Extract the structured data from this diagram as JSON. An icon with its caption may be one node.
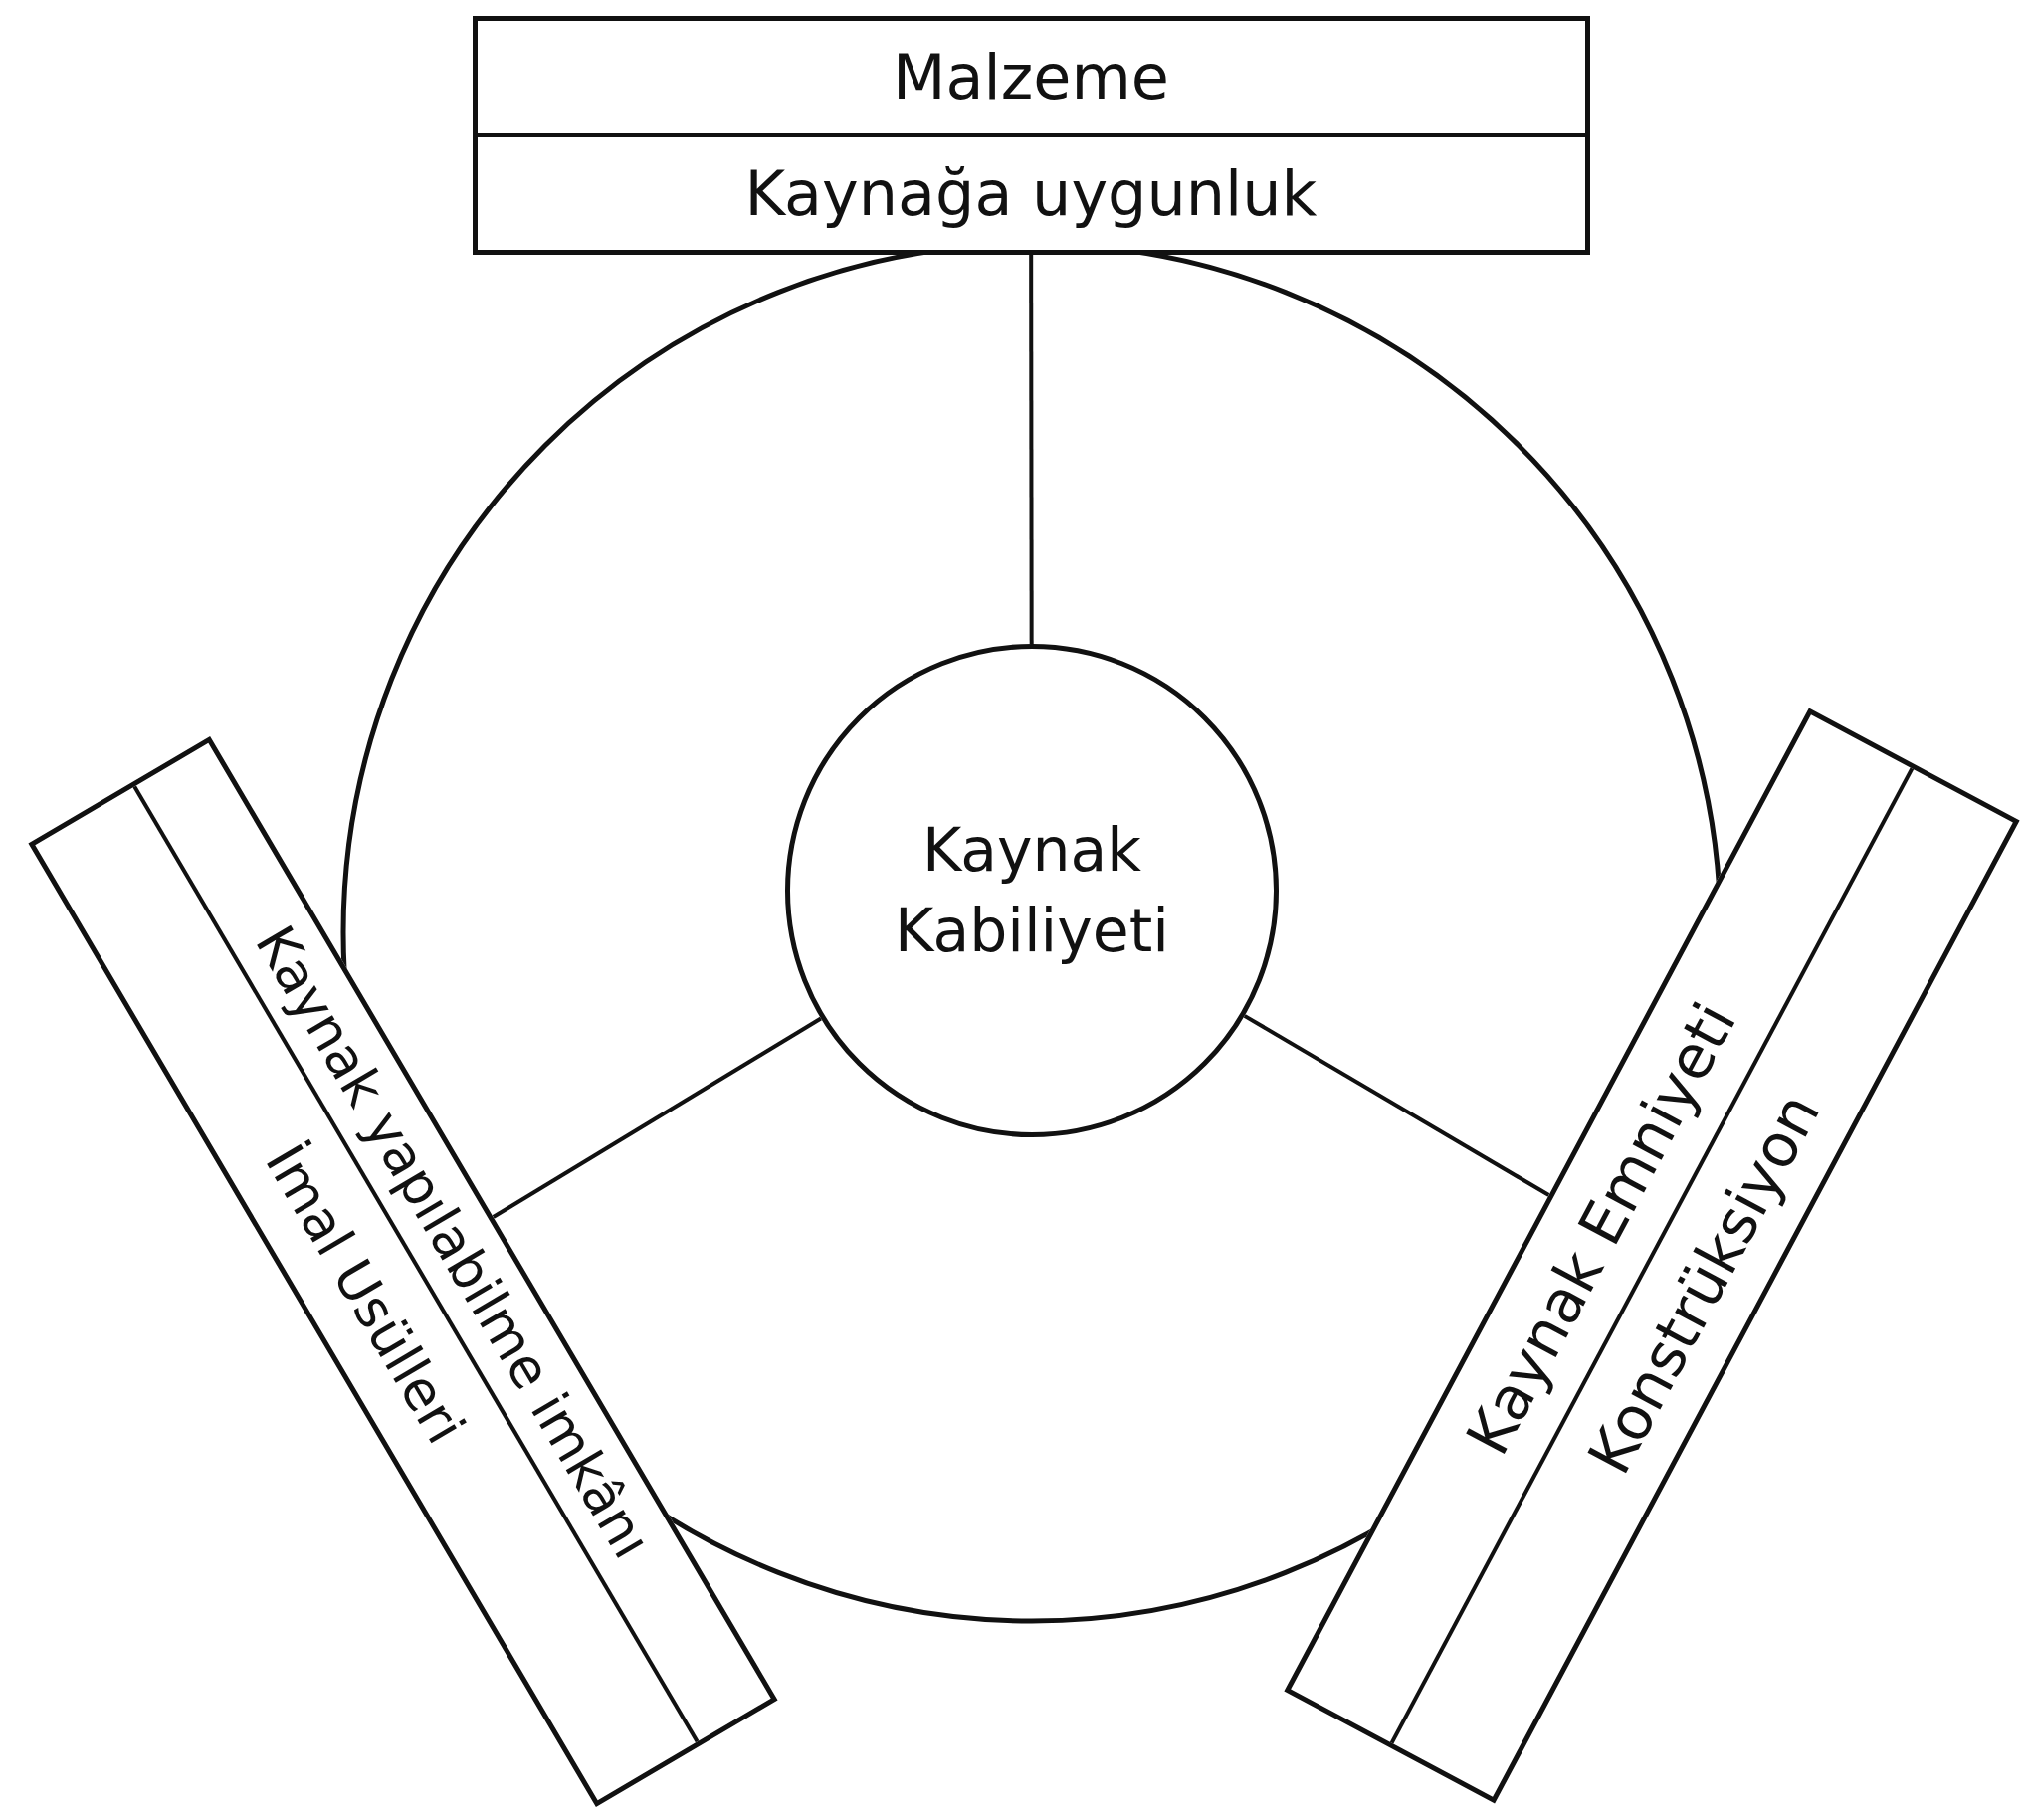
{
  "diagram": {
    "nodes": [
      {
        "text": [
          "Malzeme",
          "Kaynağa uygunluk"
        ]
      },
      {
        "text": [
          "Kaynak yapılabilme imkânı",
          "İmal Usülleri"
        ]
      },
      {
        "text": [
          "Kaynak Emniyeti",
          "Konstrüksiyon"
        ]
      },
      {
        "text": [
          "Kaynak Kabiliyeti"
        ]
      }
    ],
    "edges": [
      {
        "from": 3,
        "to": 0,
        "arrow": "none"
      },
      {
        "from": 3,
        "to": 1,
        "arrow": "none"
      },
      {
        "from": 3,
        "to": 2,
        "arrow": "none"
      }
    ]
  }
}
